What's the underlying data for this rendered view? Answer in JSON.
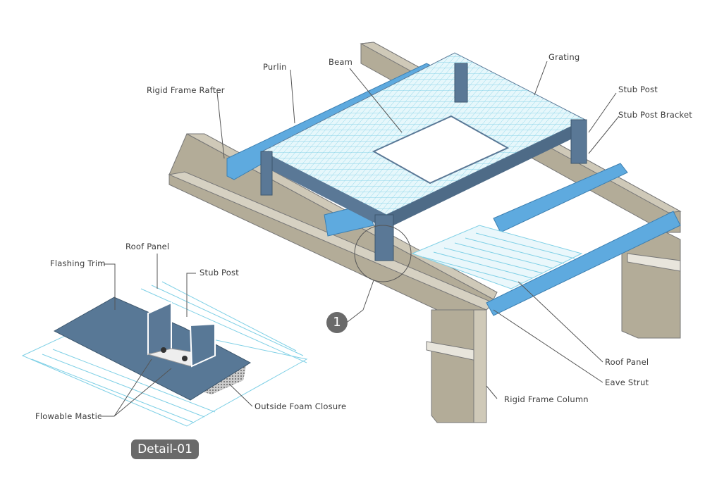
{
  "labels": {
    "purlin": "Purlin",
    "beam": "Beam",
    "grating": "Grating",
    "rigid_frame_rafter": "Rigid Frame Rafter",
    "stub_post": "Stub Post",
    "stub_post_bracket": "Stub Post Bracket",
    "roof_panel": "Roof Panel",
    "eave_strut": "Eave Strut",
    "rigid_frame_column": "Rigid Frame Column"
  },
  "detail": {
    "roof_panel": "Roof Panel",
    "flashing_trim": "Flashing Trim",
    "stub_post": "Stub Post",
    "flowable_mastic": "Flowable Mastic",
    "outside_foam_closure": "Outside Foam Closure",
    "badge": "Detail-01"
  },
  "callout_number": "1",
  "colors": {
    "steel_frame": "#b3ac98",
    "purlin": "#5eaadf",
    "stub_post": "#5a7896",
    "grating": "#9fdcec",
    "badge": "#6a6a6a"
  }
}
